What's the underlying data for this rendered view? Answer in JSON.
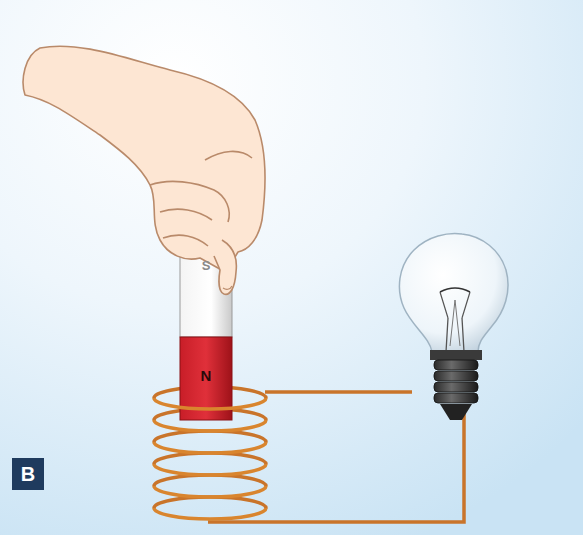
{
  "diagram": {
    "nodes": [
      {
        "text": [
          "S",
          "N"
        ]
      },
      {
        "text": [
          "B"
        ]
      }
    ]
  }
}
